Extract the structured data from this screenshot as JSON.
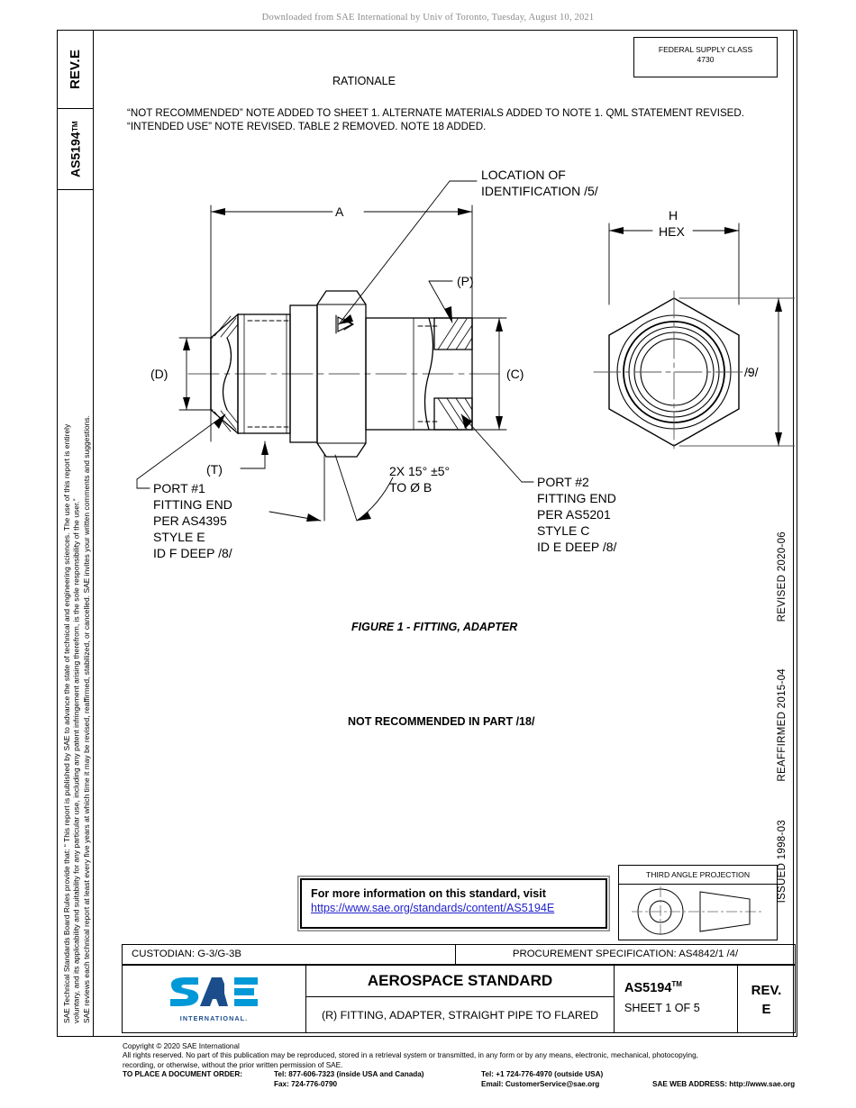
{
  "download_header": "Downloaded from SAE International by Univ of Toronto, Tuesday, August 10, 2021",
  "left_tabs": {
    "rev_label": "REV.",
    "rev_value": "E",
    "doc_number": "AS5194",
    "doc_tm": "TM",
    "disclaimer_para1": "SAE Technical Standards Board Rules provide that: “ This report is published by SAE to advance the state of technical and engineering sciences. The use of this report is entirely voluntary, and its applicability and suitability for any particular use, including any patent infringement arising therefrom, is the sole responsibility of the user.”",
    "disclaimer_para2": "SAE reviews each technical report at least every five years at which time it may be revised, reaffirmed, stabilized, or cancelled. SAE invites your written comments and suggestions."
  },
  "right_tabs": {
    "issued": "ISSUED 1998-03",
    "reaffirmed": "REAFFIRMED 2015-04",
    "revised": "REVISED 2020-06"
  },
  "federal_supply": {
    "label": "FEDERAL SUPPLY CLASS",
    "value": "4730"
  },
  "rationale": {
    "title": "RATIONALE",
    "body": "“NOT RECOMMENDED” NOTE ADDED TO SHEET 1. ALTERNATE MATERIALS ADDED TO NOTE 1. QML STATEMENT REVISED. “INTENDED USE” NOTE REVISED. TABLE 2 REMOVED. NOTE 18 ADDED."
  },
  "drawing": {
    "figure_caption": "FIGURE 1 - FITTING, ADAPTER",
    "not_recommended": "NOT RECOMMENDED IN PART /18/",
    "callouts": {
      "location_id_l1": "LOCATION OF",
      "location_id_l2": "IDENTIFICATION /5/",
      "dim_a": "A",
      "dim_d": "(D)",
      "dim_c": "(C)",
      "dim_p": "(P)",
      "dim_t": "(T)",
      "dim_h": "H",
      "dim_hex": "HEX",
      "dim_9": "/9/",
      "angle_l1": "2X 15° ±5°",
      "angle_l2": "TO Ø B",
      "port1": [
        "PORT #1",
        "FITTING END",
        "PER AS4395",
        "STYLE  E",
        "ID F DEEP /8/"
      ],
      "port2": [
        "PORT #2",
        "FITTING END",
        "PER AS5201",
        "STYLE  C",
        "ID E DEEP /8/"
      ]
    }
  },
  "info_box": {
    "line1": "For more information on this standard, visit",
    "line2": "https://www.sae.org/standards/content/AS5194E"
  },
  "third_angle": {
    "caption": "THIRD ANGLE PROJECTION"
  },
  "custodian": {
    "left": "CUSTODIAN: G-3/G-3B",
    "right": "PROCUREMENT SPECIFICATION: AS4842/1 /4/"
  },
  "title_block": {
    "logo_text": "SAE",
    "logo_sub": "INTERNATIONAL.",
    "standard_title": "AEROSPACE STANDARD",
    "part_title": "(R) FITTING, ADAPTER, STRAIGHT PIPE TO FLARED",
    "doc_number": "AS5194",
    "doc_tm": "TM",
    "sheet": "SHEET 1 OF 5",
    "rev_label": "REV.",
    "rev_value": "E"
  },
  "footer": {
    "copyright": "Copyright © 2020 SAE International",
    "rights1": "All rights reserved. No part of this publication may be reproduced, stored in a retrieval system or transmitted, in any form or by any means, electronic, mechanical, photocopying,",
    "rights2": "recording, or otherwise, without the prior written permission of SAE.",
    "order_label": "TO PLACE A DOCUMENT ORDER:",
    "tel_inside": "Tel: 877-606-7323 (inside USA and Canada)",
    "fax": "Fax: 724-776-0790",
    "tel_outside": "Tel: +1 724-776-4970 (outside USA)",
    "email": "Email: CustomerService@sae.org",
    "web": "SAE WEB ADDRESS: http://www.sae.org"
  },
  "colors": {
    "link": "#2222cc",
    "logo_light": "#0099d8",
    "logo_dark": "#1b4d8c",
    "header_gray": "#8a8a8a"
  }
}
